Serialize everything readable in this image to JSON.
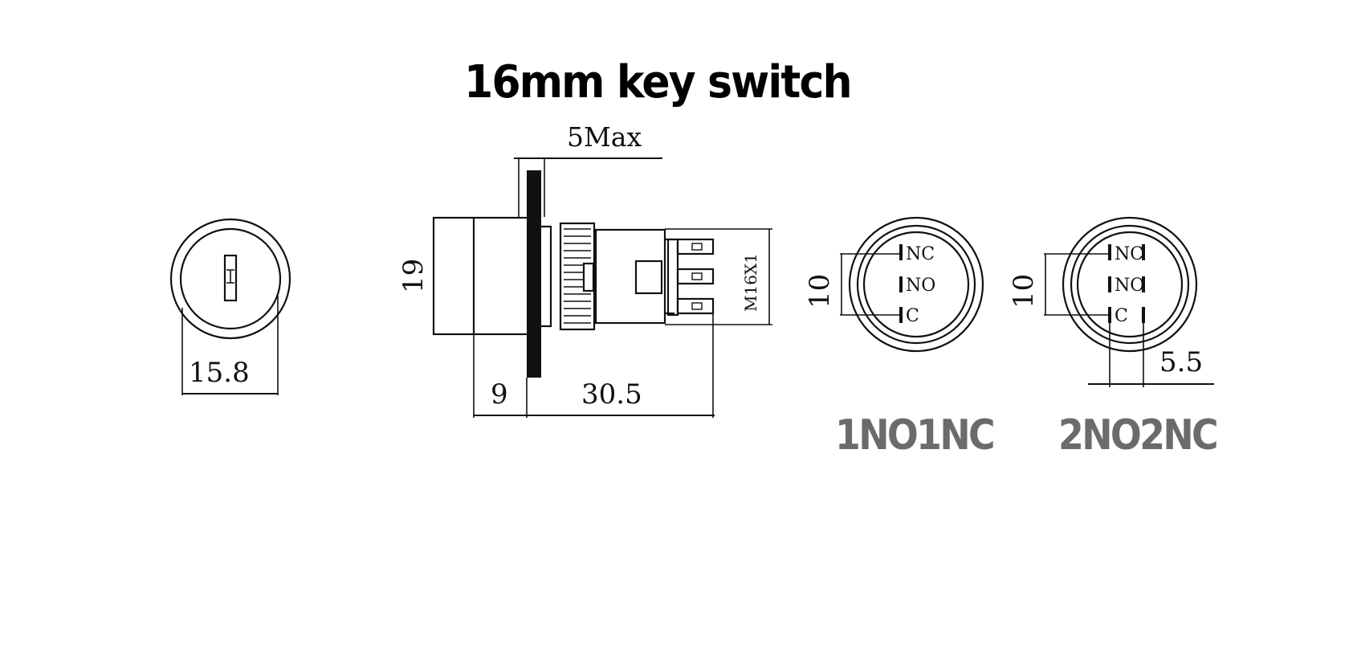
{
  "title": "16mm key switch",
  "front_view": {
    "diameter_label": "15.8"
  },
  "side_view": {
    "panel_thickness_label": "5Max",
    "height_label": "19",
    "head_depth_label": "9",
    "body_length_label": "30.5",
    "thread_label": "M16X1"
  },
  "contacts_1no1nc": {
    "spacing_label": "10",
    "terminals": [
      "NC",
      "NO",
      "C"
    ],
    "caption": "1NO1NC"
  },
  "contacts_2no2nc": {
    "spacing_label": "10",
    "pitch_label": "5.5",
    "terminals": [
      "NC",
      "NO",
      "C"
    ],
    "caption": "2NO2NC"
  },
  "colors": {
    "line": "#111111",
    "caption": "#6b6b6b"
  }
}
